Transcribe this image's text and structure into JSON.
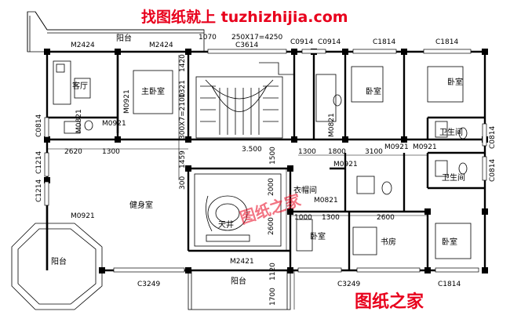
{
  "watermark_top": "找图纸就上 tuzhizhijia.com",
  "watermark_diag": "图纸之家",
  "watermark_bottom": "图纸之家",
  "rooms": {
    "balcony_top": "阳台",
    "living": "客厅",
    "master_bedroom": "主卧室",
    "bedroom_mid": "卧室",
    "bedroom_right": "卧室",
    "bathroom_right": "卫生间",
    "bathroom_right2": "卫生间",
    "gym": "健身室",
    "balcony_left": "阳台",
    "patio": "天井",
    "cloakroom": "衣帽间",
    "bedroom_bottom": "卧室",
    "study": "书房",
    "bedroom_bottom_right": "卧室",
    "balcony_bottom": "阳台"
  },
  "labels": {
    "m2424_a": "M2424",
    "m2424_b": "M2424",
    "d1070": "1070",
    "stair_dim": "250X17=4250",
    "c3614": "C3614",
    "c0914_a": "C0914",
    "c0914_b": "C0914",
    "c1814_a": "C1814",
    "c1814_b": "C1814",
    "c0814_l": "C0814",
    "m0921_a": "M0921",
    "m0921_b": "M0921",
    "m0921_c": "M0921",
    "m0921_d": "M0921",
    "m0921_e": "M0921",
    "m0921_f": "M0921",
    "m0821_a": "M0821",
    "m0821_b": "M0821",
    "m0821_c": "M0821",
    "c0814_r1": "C0814",
    "c0814_r2": "C0814",
    "d2620": "2620",
    "d1300_a": "1300",
    "d3500": "3.500",
    "d1300_b": "1300",
    "d1800": "1800",
    "d3100": "3100",
    "c1214_a": "C1214",
    "c1214_b": "C1214",
    "d1420": "1420",
    "d1321": "1321",
    "d300x7": "300X7=2100",
    "d1459": "1459",
    "d300": "300",
    "d1500": "1500",
    "d2000": "2000",
    "d2600_v": "2600",
    "d1000": "1000",
    "d1300_c": "1300",
    "d2600_h": "2600",
    "m2421": "M2421",
    "c3249_a": "C3249",
    "c3249_b": "C3249",
    "c1814_c": "C1814",
    "d1120": "1120",
    "d1700": "1700"
  }
}
